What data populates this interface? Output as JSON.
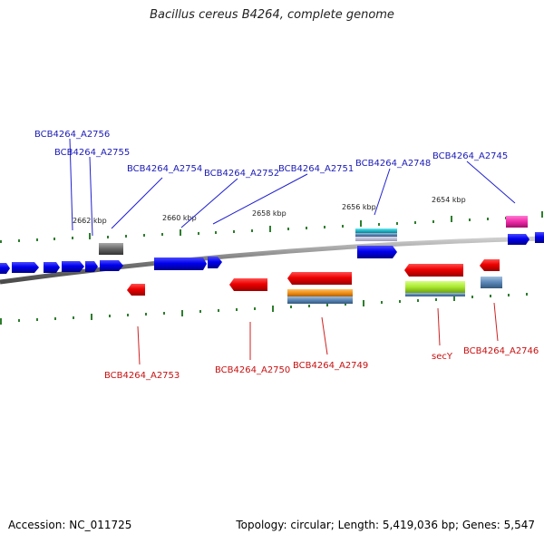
{
  "title": "Bacillus cereus B4264, complete genome",
  "footer": {
    "accession": "Accession: NC_011725",
    "stats": "Topology: circular; Length: 5,419,036 bp; Genes: 5,547"
  },
  "colors": {
    "upper_label": "#1a1ab8",
    "lower_label": "#c81010",
    "leader_upper": "#2020d0",
    "leader_lower": "#d02020",
    "tick": "#2e7d2e",
    "axis": "#808080"
  },
  "scale_labels": [
    "2662 kbp",
    "2660 kbp",
    "2658 kbp",
    "2656 kbp",
    "2654 kbp"
  ],
  "upper_genes": [
    "BCB4264_A2756",
    "BCB4264_A2755",
    "BCB4264_A2754",
    "BCB4264_A2752",
    "BCB4264_A2751",
    "BCB4264_A2748",
    "BCB4264_A2745"
  ],
  "lower_genes": [
    "BCB4264_A2753",
    "BCB4264_A2750",
    "BCB4264_A2749",
    "secY",
    "BCB4264_A2746"
  ]
}
